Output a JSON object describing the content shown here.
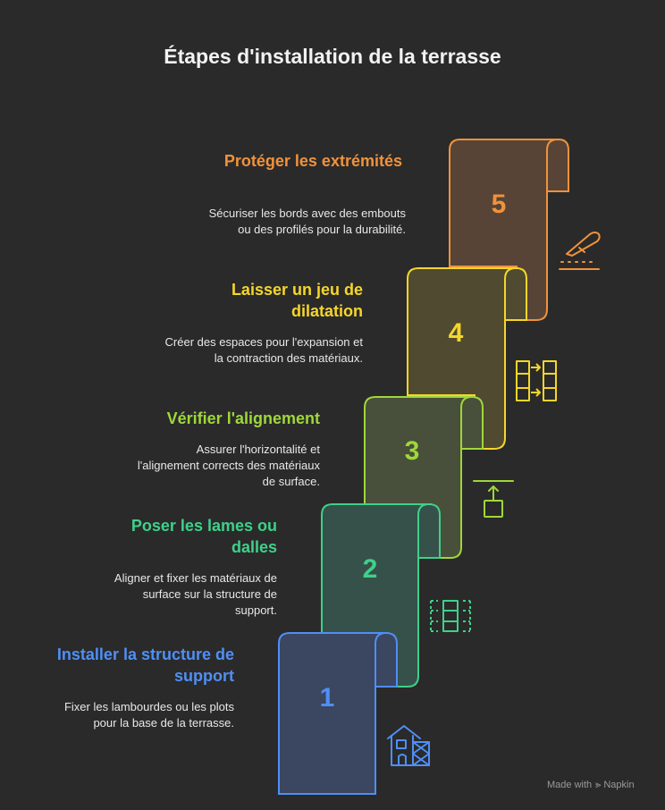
{
  "title": "Étapes d'installation de la terrasse",
  "steps": [
    {
      "number": "1",
      "heading": "Installer la structure de support",
      "description": "Fixer les lambourdes ou les plots pour la base de la terrasse.",
      "color": "#4f8ff7",
      "fill": "#3b4660",
      "icon": "house-frame-icon"
    },
    {
      "number": "2",
      "heading": "Poser les lames ou dalles",
      "description": "Aligner et fixer les matériaux de surface sur la structure de support.",
      "color": "#3fd08a",
      "fill": "#35514a",
      "icon": "aligned-panels-icon"
    },
    {
      "number": "3",
      "heading": "Vérifier l'alignement",
      "description": "Assurer l'horizontalité et l'alignement corrects des matériaux de surface.",
      "color": "#9fd73a",
      "fill": "#484f3a",
      "icon": "align-top-icon"
    },
    {
      "number": "4",
      "heading": "Laisser un jeu de dilatation",
      "description": "Créer des espaces pour l'expansion et la contraction des matériaux.",
      "color": "#f5d62a",
      "fill": "#4f4a30",
      "icon": "expand-grid-icon"
    },
    {
      "number": "5",
      "heading": "Protéger les extrémités",
      "description": "Sécuriser les bords avec des embouts ou des profilés pour la durabilité.",
      "color": "#f0923c",
      "fill": "#574437",
      "icon": "cutter-edge-icon"
    }
  ],
  "footer": {
    "made_with": "Made with",
    "brand": "Napkin"
  }
}
